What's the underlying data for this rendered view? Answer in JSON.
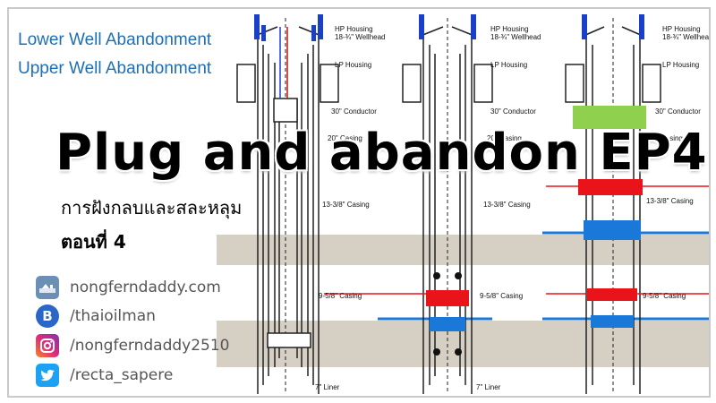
{
  "header": {
    "line1": "Lower Well Abandonment",
    "line2": "Upper Well Abandonment"
  },
  "title": "Plug and abandon EP4",
  "subtitle": {
    "line1": "การฝังกลบและสละหลุม",
    "line2": "ตอนที่ 4"
  },
  "diagram_labels": {
    "hp_housing": "HP Housing",
    "wellhead": "18-¾\" Wellhead",
    "lp_housing": "LP Housing",
    "conductor": "30\" Conductor",
    "casing_20": "20\" Casing",
    "casing_13": "13-3/8\" Casing",
    "casing_9": "9-5/8\" Casing",
    "liner": "7\" Liner"
  },
  "social": [
    {
      "icon": "website-icon",
      "label": "nongferndaddy.com",
      "color": "#6b8fb5"
    },
    {
      "icon": "blockdit-icon",
      "label": "/thaioilman",
      "color": "#2a67c9"
    },
    {
      "icon": "instagram-icon",
      "label": "/nongferndaddy2510",
      "color": "#d6249f"
    },
    {
      "icon": "twitter-icon",
      "label": "/recta_sapere",
      "color": "#1da1f2"
    }
  ],
  "colors": {
    "accent_blue": "#1f6fb5",
    "cement_plug_red": "#e8141a",
    "cement_plug_blue": "#1a78d8",
    "surface_plug_green": "#8fd14f",
    "formation": "#d6cfc4"
  }
}
